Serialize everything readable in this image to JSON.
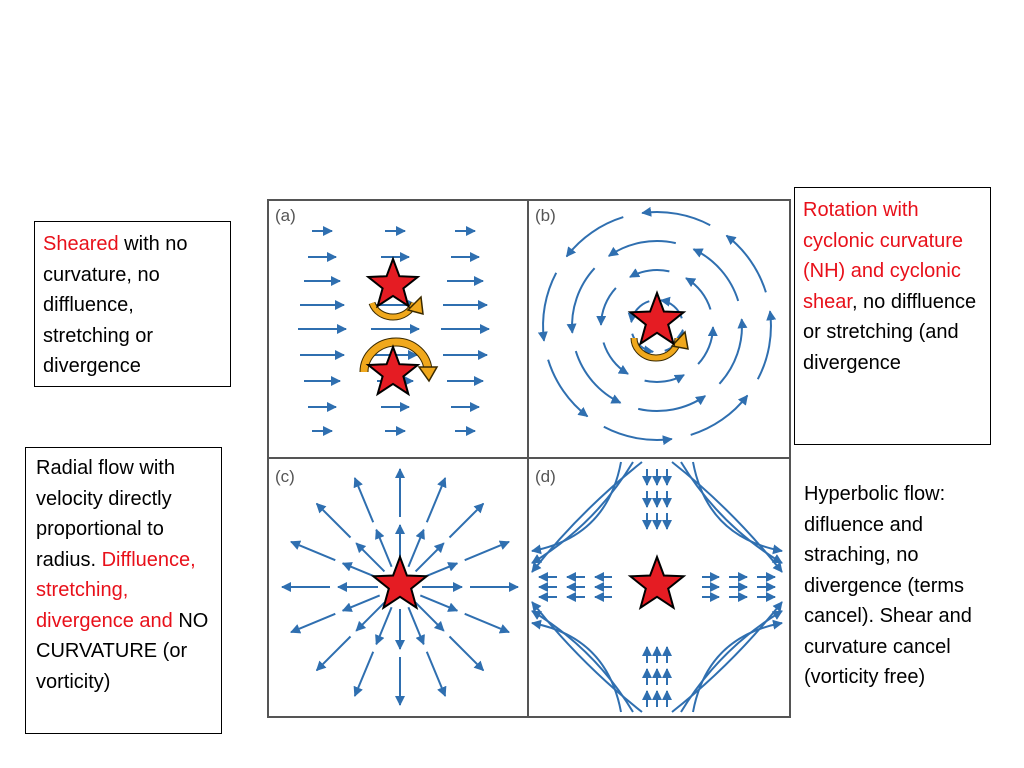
{
  "colors": {
    "arrow": "#2f6fb0",
    "highlight_text": "#e8101a",
    "star_fill": "#e51c23",
    "curl_arrow": "#f0a81c"
  },
  "annotations": {
    "top_left": {
      "red": "Sheared",
      "rest": " with no curvature, no diffluence, stretching or divergence"
    },
    "top_right": {
      "red": "Rotation with cyclonic curvature  (NH) and cyclonic shear",
      "rest": ", no diffluence or stretching (and divergence"
    },
    "bottom_left": {
      "text1": "Radial flow with velocity directly proportional to radius.",
      "red": "Diffluence, stretching, divergence and",
      "text2": "NO CURVATURE (or vorticity)"
    },
    "bottom_right": {
      "text": "Hyperbolic flow: difluence and straching, no divergence (terms cancel). Shear and curvature cancel (vorticity free)"
    }
  },
  "panels": [
    {
      "id": "a",
      "label": "(a)",
      "flow": "shear"
    },
    {
      "id": "b",
      "label": "(b)",
      "flow": "rotation"
    },
    {
      "id": "c",
      "label": "(c)",
      "flow": "radial"
    },
    {
      "id": "d",
      "label": "(d)",
      "flow": "hyperbolic"
    }
  ]
}
